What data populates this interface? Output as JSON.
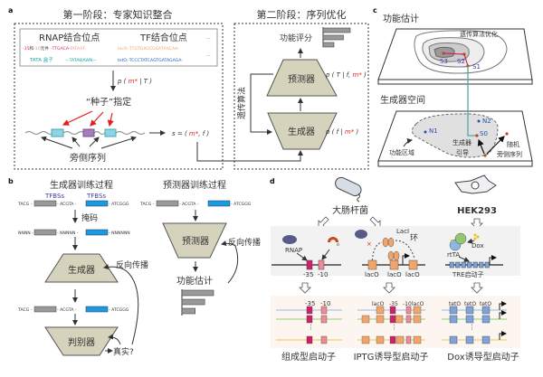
{
  "colors": {
    "red": "#e02020",
    "cyan": "#8fd3e6",
    "purple": "#a47cbf",
    "blue": "#1a9be0",
    "grey": "#999999",
    "tan": "#d6d3bd",
    "teal": "#5aa6a6",
    "pink": "#e0247a",
    "orange": "#f2a56a",
    "tfbs_label": "#3a3aa8",
    "magenta": "#d0206a"
  },
  "panel_a": {
    "label": "a",
    "stage1_title": "第一阶段：专家知识整合",
    "stage2_title": "第二阶段：序列优化",
    "rnap_heading": "RNAP结合位点",
    "tf_heading": "TF结合位点",
    "row1_prefix_a": "-35",
    "row1_prefix_b": "和",
    "row1_prefix_c": "-10",
    "row1_prefix_d": "元件",
    "row1_seq_a": "-TTGACA-",
    "row1_seq_b": "TATAAT-",
    "laco_label": "lacO:",
    "laco_seq": "-TTGTGAGCGGATAACAA-",
    "tata_label": "TATA 盒子",
    "tata_seq": "—TATAWAWN—",
    "teto_label": "tetO:",
    "teto_seq": "-TCCCTATCAGTGATAGAGA-",
    "ellipsis": "...",
    "p_m_given_t": [
      "p ( ",
      "m*",
      " | T )"
    ],
    "seed_label": "“种子”指定",
    "flank_label": "旁侧序列",
    "s_formula": [
      "s = ( ",
      "m*",
      ", f )"
    ],
    "function_score": "功能评分",
    "genetic_algorithm": "遗传算法",
    "predictor": "预测器",
    "generator": "生成器",
    "p_t_given_f_m": [
      "p ( T | f, ",
      "m*",
      " )"
    ],
    "p_f_given_m": [
      "p ( f | ",
      "m*",
      " )"
    ],
    "score_bars": [
      1.0,
      0.75,
      0.4
    ]
  },
  "panel_b": {
    "label": "b",
    "gen_title": "生成器训练过程",
    "pred_title": "预测器训练过程",
    "tfbs": "TFBSs",
    "seq_parts": [
      "TACG -",
      "- ACGTA -",
      "- ATCGGG"
    ],
    "masked_parts": [
      "NNNN -",
      "- NNNNN -",
      "- NNNNNN"
    ],
    "mask_label": "掩码",
    "generator": "生成器",
    "discriminator": "判别器",
    "real_label": "真实?",
    "backprop": "反向传播",
    "predictor": "预测器",
    "function_estimate": "功能估计",
    "estimate_bars": [
      1.0,
      0.72,
      0.42
    ]
  },
  "panel_c": {
    "label": "c",
    "top_plane_title": "功能估计",
    "ga_opt": "遗传算法优化",
    "s3": "S3",
    "s2": "S2",
    "s1": "S1",
    "s0": "S0",
    "bottom_plane_title": "生成器空间",
    "n1": "N1",
    "n2": "N2",
    "functional_region": "功能区域",
    "gen_guide": [
      "生成器",
      "引导"
    ],
    "random_flank": [
      "随机",
      "旁侧序列"
    ]
  },
  "panel_d": {
    "label": "d",
    "ecoli": "大肠杆菌",
    "hek": "HEK293",
    "rnap": "RNAP",
    "sigma": "σ",
    "m35": "-35",
    "m10": "-10",
    "laci": "LacI",
    "loop": "环",
    "laco": "lacO",
    "dox": "Dox",
    "rtta": "rtTA",
    "tre": "TRE启动子",
    "teto": "tetO",
    "ellipsis": "⋮",
    "constitutive": "组成型启动子",
    "iptg": "IPTG诱导型启动子",
    "dox_promoter": "Dox诱导型启动子"
  }
}
